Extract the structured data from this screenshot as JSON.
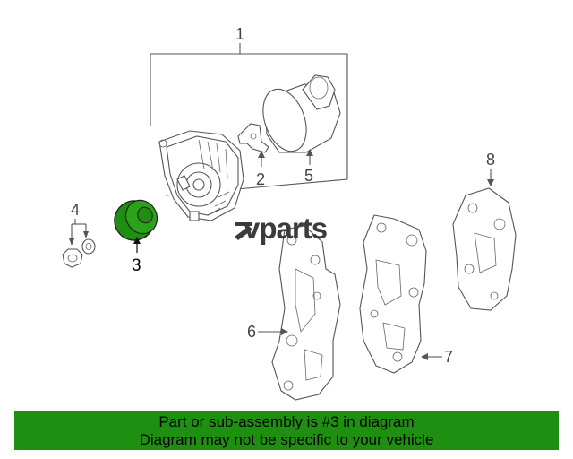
{
  "watermark": "vparts",
  "callouts": {
    "c1": "1",
    "c2": "2",
    "c3": "3",
    "c4": "4",
    "c5": "5",
    "c6": "6",
    "c7": "7",
    "c8": "8"
  },
  "highlight_color": "#1f8f12",
  "banner": {
    "line1": "Part or sub-assembly is #3 in diagram",
    "line2": "Diagram may not be specific to your vehicle"
  }
}
